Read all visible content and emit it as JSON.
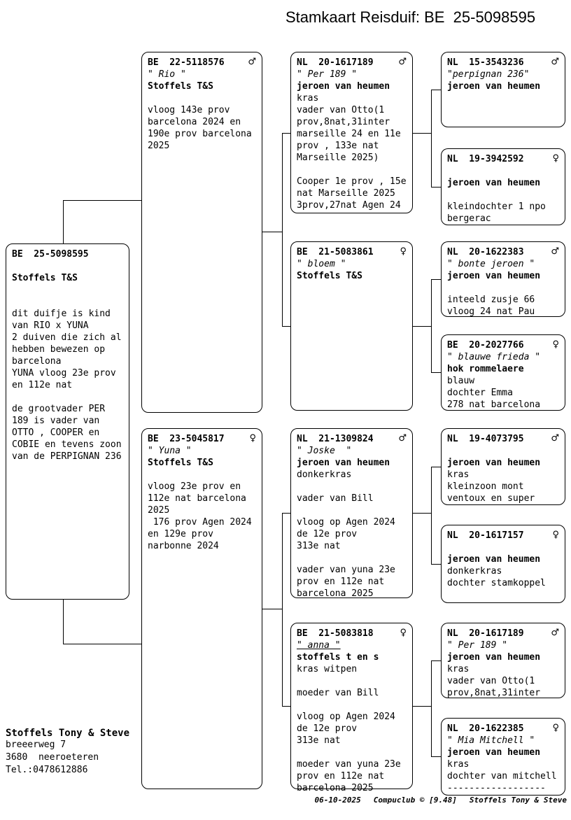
{
  "title": "Stamkaart Reisduif: BE  25-5098595",
  "icons": {
    "male": "♂",
    "female": "♀"
  },
  "boxes": [
    {
      "id": "subject",
      "ring": "BE  25-5098595",
      "sex": null,
      "lines": [
        {
          "s": "n",
          "t": ""
        },
        {
          "s": "b",
          "t": "Stoffels T&S"
        },
        {
          "s": "n",
          "t": ""
        },
        {
          "s": "n",
          "t": ""
        },
        {
          "s": "n",
          "t": "dit duifje is kind"
        },
        {
          "s": "n",
          "t": "van RIO x YUNA"
        },
        {
          "s": "n",
          "t": "2 duiven die zich al"
        },
        {
          "s": "n",
          "t": "hebben bewezen op"
        },
        {
          "s": "n",
          "t": "barcelona"
        },
        {
          "s": "n",
          "t": "YUNA vloog 23e prov"
        },
        {
          "s": "n",
          "t": "en 112e nat"
        },
        {
          "s": "n",
          "t": ""
        },
        {
          "s": "n",
          "t": "de grootvader PER"
        },
        {
          "s": "n",
          "t": "189 is vader van"
        },
        {
          "s": "n",
          "t": "OTTO , COOPER en"
        },
        {
          "s": "n",
          "t": "COBIE en tevens zoon"
        },
        {
          "s": "n",
          "t": "van de PERPIGNAN 236"
        }
      ]
    },
    {
      "id": "rio",
      "ring": "BE  22-5118576",
      "sex": "m",
      "lines": [
        {
          "s": "i",
          "t": "\" Rio \""
        },
        {
          "s": "b",
          "t": "Stoffels T&S"
        },
        {
          "s": "n",
          "t": ""
        },
        {
          "s": "n",
          "t": "vloog 143e prov"
        },
        {
          "s": "n",
          "t": "barcelona 2024 en"
        },
        {
          "s": "n",
          "t": "190e prov barcelona"
        },
        {
          "s": "n",
          "t": "2025"
        }
      ]
    },
    {
      "id": "yuna",
      "ring": "BE  23-5045817",
      "sex": "f",
      "lines": [
        {
          "s": "i",
          "t": "\" Yuna \""
        },
        {
          "s": "b",
          "t": "Stoffels T&S"
        },
        {
          "s": "n",
          "t": ""
        },
        {
          "s": "n",
          "t": "vloog 23e prov en"
        },
        {
          "s": "n",
          "t": "112e nat barcelona"
        },
        {
          "s": "n",
          "t": "2025"
        },
        {
          "s": "n",
          "t": " 176 prov Agen 2024"
        },
        {
          "s": "n",
          "t": "en 129e prov"
        },
        {
          "s": "n",
          "t": "narbonne 2024"
        }
      ]
    },
    {
      "id": "per189",
      "ring": "NL  20-1617189",
      "sex": "m",
      "lines": [
        {
          "s": "i",
          "t": "\" Per 189 \""
        },
        {
          "s": "b",
          "t": "jeroen van heumen"
        },
        {
          "s": "n",
          "t": "kras"
        },
        {
          "s": "n",
          "t": "vader van Otto(1"
        },
        {
          "s": "n",
          "t": "prov,8nat,31inter"
        },
        {
          "s": "n",
          "t": "marseille 24 en 11e"
        },
        {
          "s": "n",
          "t": "prov , 133e nat"
        },
        {
          "s": "n",
          "t": "Marseille 2025)"
        },
        {
          "s": "n",
          "t": ""
        },
        {
          "s": "n",
          "t": "Cooper 1e prov , 15e"
        },
        {
          "s": "n",
          "t": "nat Marseille 2025"
        },
        {
          "s": "n",
          "t": "3prov,27nat Agen 24"
        }
      ]
    },
    {
      "id": "bloem",
      "ring": "BE  21-5083861",
      "sex": "f",
      "lines": [
        {
          "s": "i",
          "t": "\" bloem \""
        },
        {
          "s": "b",
          "t": "Stoffels T&S"
        }
      ]
    },
    {
      "id": "joske",
      "ring": "NL  21-1309824",
      "sex": "m",
      "lines": [
        {
          "s": "i",
          "t": "\" Joske  \""
        },
        {
          "s": "b",
          "t": "jeroen van heumen"
        },
        {
          "s": "n",
          "t": "donkerkras"
        },
        {
          "s": "n",
          "t": ""
        },
        {
          "s": "n",
          "t": "vader van Bill"
        },
        {
          "s": "n",
          "t": ""
        },
        {
          "s": "n",
          "t": "vloog op Agen 2024"
        },
        {
          "s": "n",
          "t": "de 12e prov"
        },
        {
          "s": "n",
          "t": "313e nat"
        },
        {
          "s": "n",
          "t": ""
        },
        {
          "s": "n",
          "t": "vader van yuna 23e"
        },
        {
          "s": "n",
          "t": "prov en 112e nat"
        },
        {
          "s": "n",
          "t": "barcelona 2025"
        }
      ]
    },
    {
      "id": "anna",
      "ring": "BE  21-5083818",
      "sex": "f",
      "lines": [
        {
          "s": "iu",
          "t": "\" anna \""
        },
        {
          "s": "b",
          "t": "stoffels t en s"
        },
        {
          "s": "n",
          "t": "kras witpen"
        },
        {
          "s": "n",
          "t": ""
        },
        {
          "s": "n",
          "t": "moeder van Bill"
        },
        {
          "s": "n",
          "t": ""
        },
        {
          "s": "n",
          "t": "vloog op Agen 2024"
        },
        {
          "s": "n",
          "t": "de 12e prov"
        },
        {
          "s": "n",
          "t": "313e nat"
        },
        {
          "s": "n",
          "t": ""
        },
        {
          "s": "n",
          "t": "moeder van yuna 23e"
        },
        {
          "s": "n",
          "t": "prov en 112e nat"
        },
        {
          "s": "n",
          "t": "barcelona 2025"
        }
      ]
    },
    {
      "id": "g1",
      "ring": "NL  15-3543236",
      "sex": "m",
      "lines": [
        {
          "s": "i",
          "t": "\"perpignan 236\""
        },
        {
          "s": "b",
          "t": "jeroen van heumen"
        }
      ]
    },
    {
      "id": "g2",
      "ring": "NL  19-3942592",
      "sex": "f",
      "lines": [
        {
          "s": "n",
          "t": ""
        },
        {
          "s": "b",
          "t": "jeroen van heumen"
        },
        {
          "s": "n",
          "t": ""
        },
        {
          "s": "n",
          "t": "kleindochter 1 npo"
        },
        {
          "s": "n",
          "t": "bergerac"
        }
      ]
    },
    {
      "id": "g3",
      "ring": "NL  20-1622383",
      "sex": "m",
      "lines": [
        {
          "s": "i",
          "t": "\" bonte jeroen \""
        },
        {
          "s": "b",
          "t": "jeroen van heumen"
        },
        {
          "s": "n",
          "t": ""
        },
        {
          "s": "n",
          "t": "inteeld zusje 66"
        },
        {
          "s": "n",
          "t": "vloog 24 nat Pau"
        }
      ]
    },
    {
      "id": "g4",
      "ring": "BE  20-2027766",
      "sex": "f",
      "lines": [
        {
          "s": "i",
          "t": "\" blauwe frieda \""
        },
        {
          "s": "b",
          "t": "hok rommelaere"
        },
        {
          "s": "n",
          "t": "blauw"
        },
        {
          "s": "n",
          "t": "dochter Emma"
        },
        {
          "s": "n",
          "t": "278 nat barcelona"
        }
      ]
    },
    {
      "id": "g5",
      "ring": "NL  19-4073795",
      "sex": "m",
      "lines": [
        {
          "s": "n",
          "t": ""
        },
        {
          "s": "b",
          "t": "jeroen van heumen"
        },
        {
          "s": "n",
          "t": "kras"
        },
        {
          "s": "n",
          "t": "kleinzoon mont"
        },
        {
          "s": "n",
          "t": "ventoux en super"
        }
      ]
    },
    {
      "id": "g6",
      "ring": "NL  20-1617157",
      "sex": "f",
      "lines": [
        {
          "s": "n",
          "t": ""
        },
        {
          "s": "b",
          "t": "jeroen van heumen"
        },
        {
          "s": "n",
          "t": "donkerkras"
        },
        {
          "s": "n",
          "t": "dochter stamkoppel"
        }
      ]
    },
    {
      "id": "g7",
      "ring": "NL  20-1617189",
      "sex": "m",
      "lines": [
        {
          "s": "i",
          "t": "\" Per 189 \""
        },
        {
          "s": "b",
          "t": "jeroen van heumen"
        },
        {
          "s": "n",
          "t": "kras"
        },
        {
          "s": "n",
          "t": "vader van Otto(1"
        },
        {
          "s": "n",
          "t": "prov,8nat,31inter"
        }
      ]
    },
    {
      "id": "g8",
      "ring": "NL  20-1622385",
      "sex": "f",
      "lines": [
        {
          "s": "i",
          "t": "\" Mia Mitchell \""
        },
        {
          "s": "b",
          "t": "jeroen van heumen"
        },
        {
          "s": "n",
          "t": "kras"
        },
        {
          "s": "n",
          "t": "dochter van mitchell"
        },
        {
          "s": "n",
          "t": "------------------"
        }
      ]
    }
  ],
  "owner_block": {
    "name": "Stoffels Tony & Steve",
    "street": "breeerweg 7",
    "city": "3680  neeroeteren",
    "tel": "Tel.:0478612886"
  },
  "footer": {
    "date": "06-10-2025",
    "software": "Compuclub © [9.48]",
    "owner": "Stoffels Tony & Steve"
  }
}
